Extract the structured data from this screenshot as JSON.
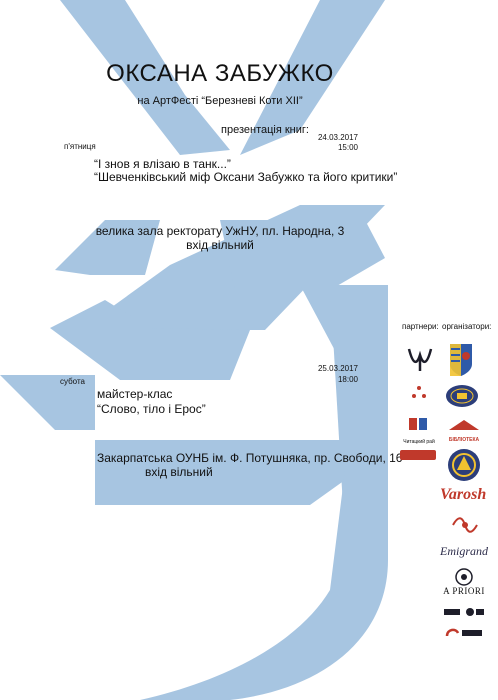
{
  "colors": {
    "accent": "#a7c5e1",
    "red": "#c0392b",
    "dark": "#1e1e2a"
  },
  "title": "ОКСАНА ЗАБУЖКО",
  "festival": "на АртФесті “Березневі Коти XII”",
  "presentation_heading": "презентація книг:",
  "event1": {
    "day": "п'ятниця",
    "date": "24.03.2017",
    "time": "15:00",
    "book1": "“І знов я влізаю  в танк...”",
    "book2": "“Шевченківський міф Оксани Забужко та його критики”",
    "venue": "велика зала ректорату УжНУ, пл. Народна, 3",
    "entry": "вхід вільний"
  },
  "event2": {
    "day": "субота",
    "date": "25.03.2017",
    "time": "18:00",
    "type": "майстер-клас",
    "title": "“Слово, тіло і Ерос”",
    "venue": "Закарпатська ОУНБ ім. Ф. Потушняка, пр. Свободи, 16",
    "entry": "вхід вільний"
  },
  "sponsors": {
    "partners_label": "партнери:",
    "organizers_label": "організатори:",
    "logos": [
      {
        "icon": "tuning-fork-logo"
      },
      {
        "icon": "coat-of-arms-logo"
      },
      {
        "icon": "dots-logo"
      },
      {
        "icon": "library-seal-logo"
      },
      {
        "icon": "reading-club-logo",
        "text": "Читацкий рай"
      },
      {
        "icon": "library-logo",
        "text": "БІБЛІОТЕКА"
      },
      {
        "icon": "red-publisher-logo",
        "text": ""
      },
      {
        "icon": "emblem-logo"
      },
      {
        "icon": "varosh-logo",
        "text": "Varosh"
      },
      {
        "icon": "ornament-logo"
      },
      {
        "icon": "emigrand-logo",
        "text": "Emigrand"
      },
      {
        "icon": "ram-logo"
      },
      {
        "icon": "apriori-logo",
        "text": "A PRIORI"
      },
      {
        "icon": "cafe-logo"
      },
      {
        "icon": "red-sickle-logo"
      }
    ]
  }
}
